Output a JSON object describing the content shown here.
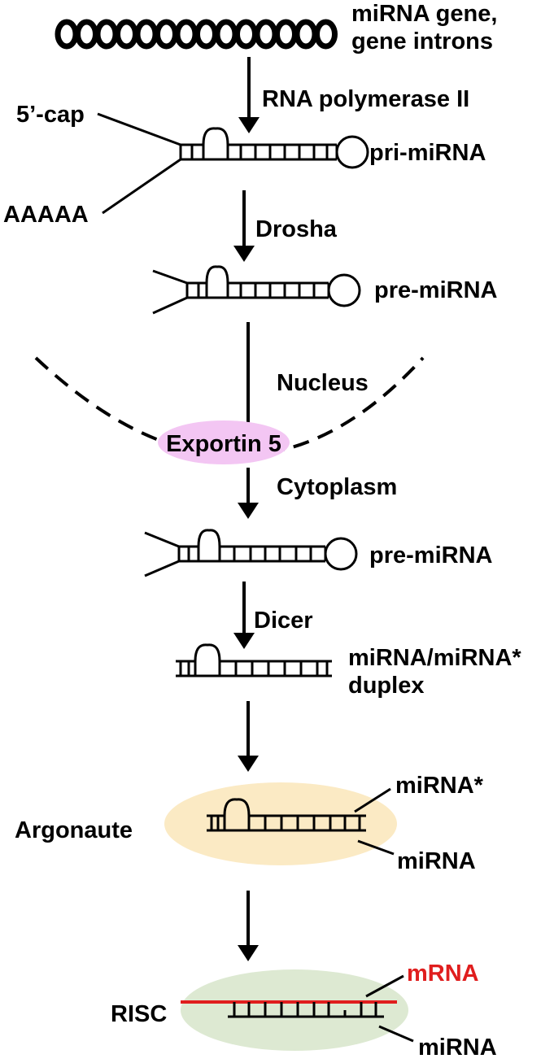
{
  "labels": {
    "gene_line1": "miRNA gene,",
    "gene_line2": "gene introns",
    "polymerase": "RNA polymerase II",
    "cap": "5’-cap",
    "polya": "AAAAA",
    "pri": "pri-miRNA",
    "drosha": "Drosha",
    "pre1": "pre-miRNA",
    "nucleus": "Nucleus",
    "exportin": "Exportin 5",
    "cytoplasm": "Cytoplasm",
    "pre2": "pre-miRNA",
    "dicer": "Dicer",
    "duplex_line1": "miRNA/miRNA*",
    "duplex_line2": "duplex",
    "argonaute": "Argonaute",
    "mirna_star": "miRNA*",
    "mirna1": "miRNA",
    "risc": "RISC",
    "mrna": "mRNA",
    "mirna2": "miRNA"
  },
  "colors": {
    "exportin_fill": "#f3c6f3",
    "argonaute_fill": "#fbeac4",
    "risc_fill": "#dde9d2",
    "mrna_strand": "#e01e1e",
    "mrna_label": "#e01e1e"
  }
}
